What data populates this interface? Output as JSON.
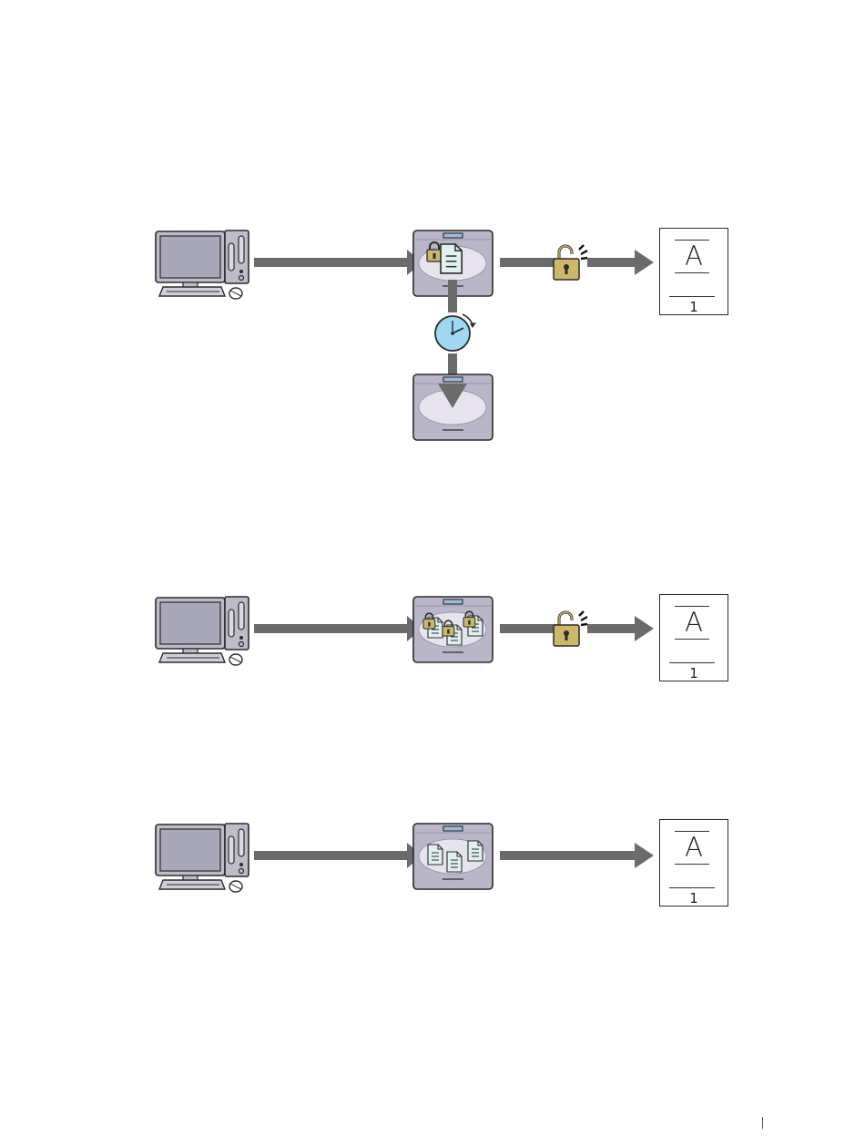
{
  "diagrams": [
    {
      "id": "timed-secure-print",
      "output_page": {
        "letter": "A",
        "page_number": "1"
      }
    },
    {
      "id": "secure-print",
      "output_page": {
        "letter": "A",
        "page_number": "1"
      }
    },
    {
      "id": "stored-print",
      "output_page": {
        "letter": "A",
        "page_number": "1"
      }
    }
  ],
  "icons": [
    "computer-icon",
    "printer-icon",
    "padlock-icon",
    "unlocked-padlock-icon",
    "clock-icon",
    "document-icon",
    "arrow-icon"
  ],
  "colors": {
    "arrow": "#6b6b6b",
    "printer_body": "#b9b6c9",
    "printer_window": "#e6e3ef",
    "monitor_screen": "#a9a7ba",
    "lock_gold": "#cdb86a",
    "clock_face": "#9fd8f3",
    "document": "#dff0ef"
  }
}
